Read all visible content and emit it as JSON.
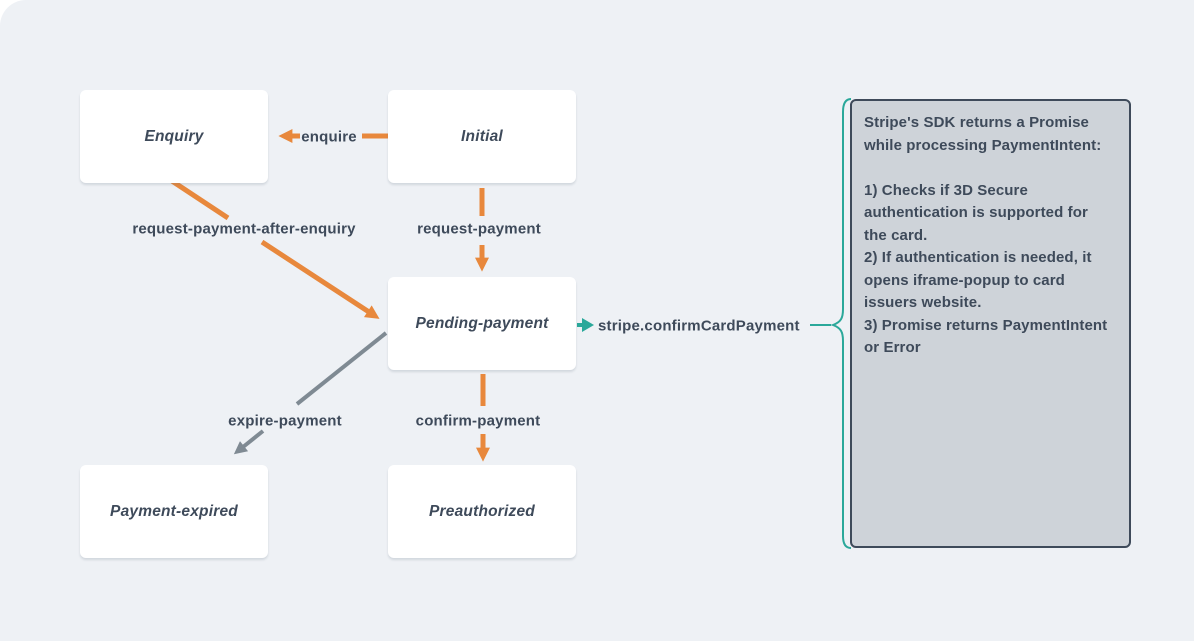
{
  "colors": {
    "background": "#eef1f5",
    "node_fill": "#ffffff",
    "text": "#3e4a5a",
    "transition_orange": "#e8883c",
    "transition_grey": "#7f8a93",
    "callout_teal": "#2aa89a",
    "note_fill": "#ced3d9",
    "note_border": "#3e4a5a"
  },
  "states": [
    {
      "id": "enquiry",
      "label": "Enquiry"
    },
    {
      "id": "initial",
      "label": "Initial"
    },
    {
      "id": "pending-payment",
      "label": "Pending-payment"
    },
    {
      "id": "payment-expired",
      "label": "Payment-expired"
    },
    {
      "id": "preauthorized",
      "label": "Preauthorized"
    }
  ],
  "transitions": [
    {
      "from": "Initial",
      "to": "Enquiry",
      "label": "enquire",
      "color": "orange"
    },
    {
      "from": "Initial",
      "to": "Pending-payment",
      "label": "request-payment",
      "color": "orange"
    },
    {
      "from": "Enquiry",
      "to": "Pending-payment",
      "label": "request-payment-after-enquiry",
      "color": "orange"
    },
    {
      "from": "Pending-payment",
      "to": "Payment-expired",
      "label": "expire-payment",
      "color": "grey"
    },
    {
      "from": "Pending-payment",
      "to": "Preauthorized",
      "label": "confirm-payment",
      "color": "orange"
    }
  ],
  "callout": {
    "label": "stripe.confirmCardPayment",
    "note_text": "Stripe's SDK returns a Promise\nwhile processing PaymentIntent:\n\n1) Checks if 3D Secure\nauthentication is supported for\nthe card.\n2) If authentication is needed, it\nopens iframe-popup to card\nissuers website.\n3) Promise returns PaymentIntent\nor Error"
  }
}
